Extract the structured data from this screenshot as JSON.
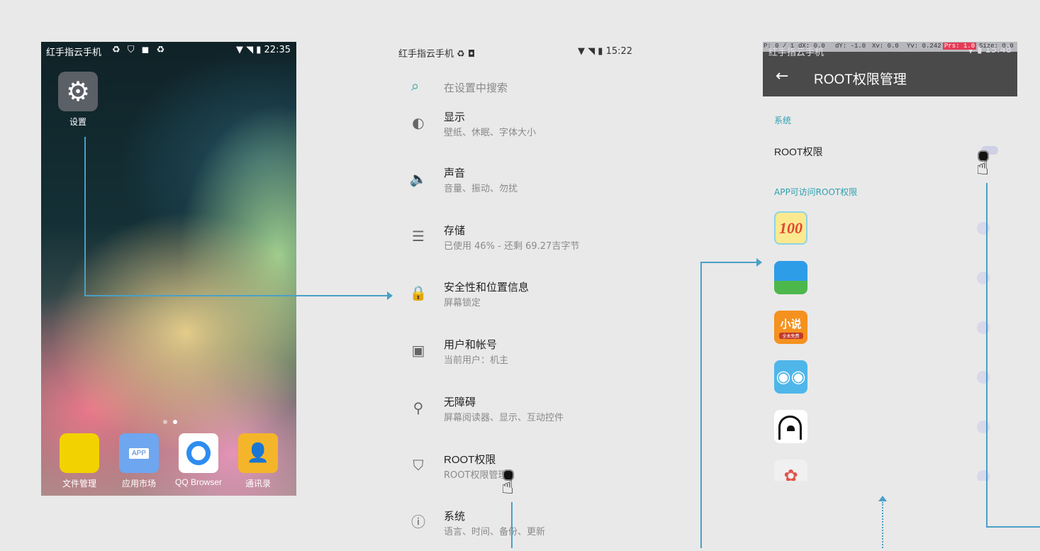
{
  "colors": {
    "accent": "#4aa0c6",
    "teal": "#2aa2a0",
    "header": "#4a4a4a",
    "background": "#e9e9e9"
  },
  "home": {
    "status": {
      "carrier": "红手指云手机",
      "time": "22:35"
    },
    "settings_app_label": "设置",
    "dock": [
      {
        "label": "文件管理",
        "icon": "folder-icon"
      },
      {
        "label": "应用市场",
        "icon": "app-store-icon",
        "badge": "APP"
      },
      {
        "label": "QQ Browser",
        "icon": "qq-browser-icon"
      },
      {
        "label": "通讯录",
        "icon": "contacts-icon"
      }
    ]
  },
  "settings": {
    "status": {
      "carrier": "红手指云手机",
      "time": "15:22"
    },
    "search_placeholder": "在设置中搜索",
    "items": [
      {
        "title": "显示",
        "subtitle": "壁纸、休眠、字体大小",
        "icon": "brightness-icon"
      },
      {
        "title": "声音",
        "subtitle": "音量、振动、勿扰",
        "icon": "volume-icon"
      },
      {
        "title": "存储",
        "subtitle": "已使用 46% - 还剩 69.27吉字节",
        "icon": "storage-icon"
      },
      {
        "title": "安全性和位置信息",
        "subtitle": "屏幕锁定",
        "icon": "lock-icon"
      },
      {
        "title": "用户和帐号",
        "subtitle": "当前用户：机主",
        "icon": "account-icon"
      },
      {
        "title": "无障碍",
        "subtitle": "屏幕阅读器、显示、互动控件",
        "icon": "accessibility-icon"
      },
      {
        "title": "ROOT权限",
        "subtitle": "ROOT权限管理",
        "icon": "root-shield-icon"
      },
      {
        "title": "系统",
        "subtitle": "语言、时间、备份、更新",
        "icon": "info-icon"
      }
    ]
  },
  "root": {
    "status": {
      "carrier": "红手指云手机",
      "time": "15:48"
    },
    "overlay": {
      "p": "P: 0 / 1",
      "dx": "dX: 0.0",
      "dy": "dY: -1.0",
      "xv": "Xv: 0.0",
      "yv": "Yv: 0.242",
      "prs": "Prs: 1.0",
      "size": "Size: 0.0"
    },
    "title": "ROOT权限管理",
    "section_system": "系统",
    "root_toggle_label": "ROOT权限",
    "section_apps": "APP可访问ROOT权限",
    "apps": [
      {
        "icon": "app-100-icon"
      },
      {
        "icon": "app-sprout-icon"
      },
      {
        "icon": "app-novel-icon",
        "badge": "小说",
        "badge_sub": "全本免费"
      },
      {
        "icon": "app-owl-icon"
      },
      {
        "icon": "app-dark-arch-icon"
      },
      {
        "icon": "app-flower-icon"
      }
    ]
  }
}
